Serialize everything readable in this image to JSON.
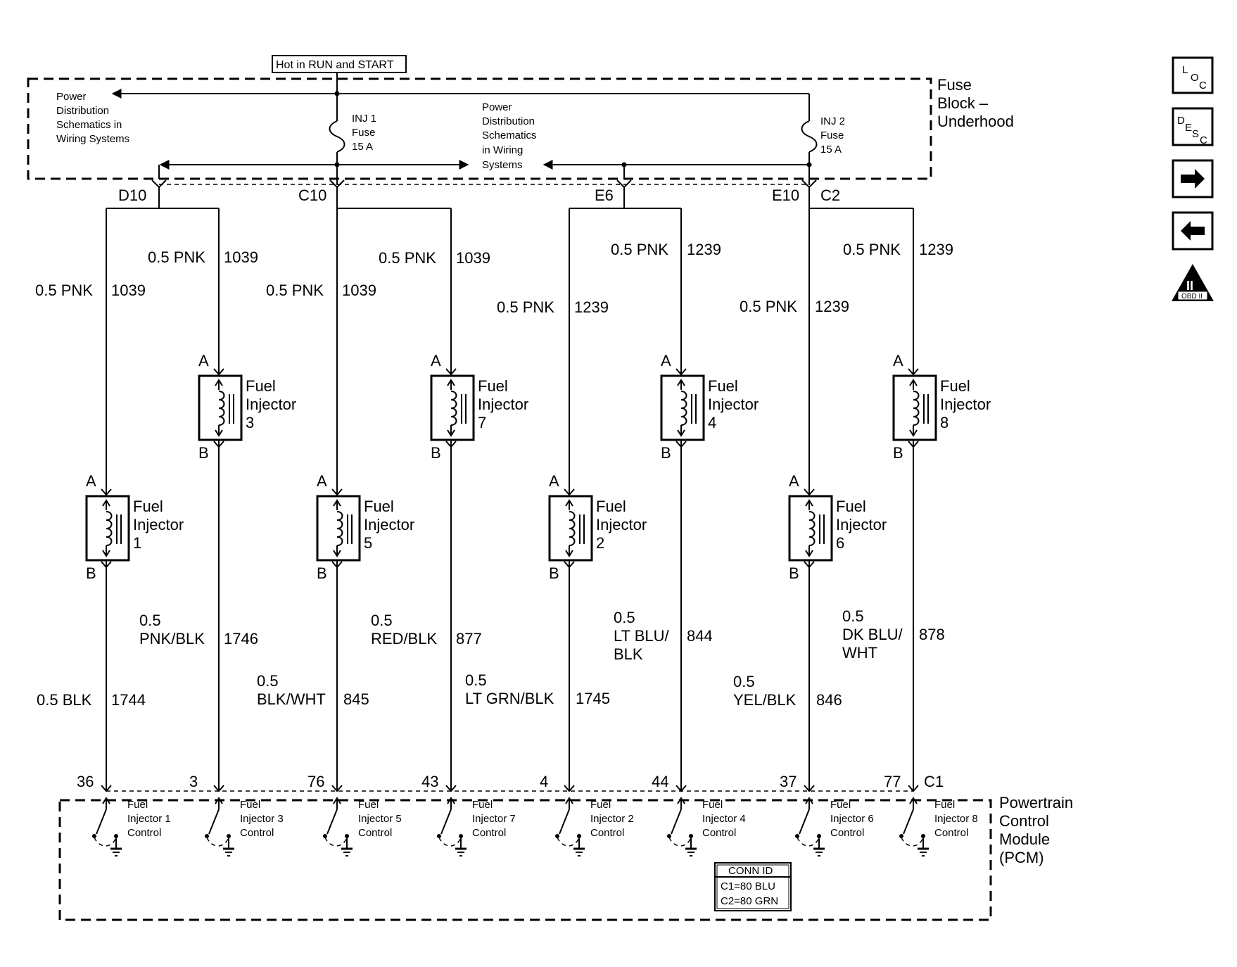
{
  "supply_label": "Hot in RUN and START",
  "fuse_block": {
    "title_lines": [
      "Fuse",
      "Block –",
      "Underhood"
    ],
    "left_note": [
      "Power",
      "Distribution",
      "Schematics in",
      "Wiring Systems"
    ],
    "center_note": [
      "Power",
      "Distribution",
      "Schematics",
      "in Wiring",
      "Systems"
    ],
    "fuse1": [
      "INJ 1",
      "Fuse",
      "15 A"
    ],
    "fuse2": [
      "INJ 2",
      "Fuse",
      "15 A"
    ]
  },
  "splices": {
    "d10": "D10",
    "c10": "C10",
    "e6": "E6",
    "e10": "E10",
    "c2": "C2"
  },
  "wires": {
    "w1_upper": [
      "0.5 PNK",
      "1039"
    ],
    "w3_upper": [
      "0.5 PNK",
      "1039"
    ],
    "w5_upper": [
      "0.5 PNK",
      "1039"
    ],
    "w7_upper": [
      "0.5 PNK",
      "1039"
    ],
    "w2_upper": [
      "0.5 PNK",
      "1239"
    ],
    "w4_upper": [
      "0.5 PNK",
      "1239"
    ],
    "w6_upper": [
      "0.5 PNK",
      "1239"
    ],
    "w8_upper": [
      "0.5 PNK",
      "1239"
    ],
    "w1_lower": [
      "0.5 BLK",
      "1744"
    ],
    "w3_lower": [
      "0.5",
      "PNK/BLK",
      "1746"
    ],
    "w5_lower": [
      "0.5",
      "BLK/WHT",
      "845"
    ],
    "w7_lower": [
      "0.5",
      "RED/BLK",
      "877"
    ],
    "w2_lower": [
      "0.5",
      "LT GRN/BLK",
      "1745"
    ],
    "w4_lower": [
      "0.5",
      "LT BLU/",
      "BLK",
      "844"
    ],
    "w6_lower": [
      "0.5",
      "YEL/BLK",
      "846"
    ],
    "w8_lower": [
      "0.5",
      "DK BLU/",
      "WHT",
      "878"
    ]
  },
  "injectors": {
    "inj1": [
      "Fuel",
      "Injector",
      "1"
    ],
    "inj3": [
      "Fuel",
      "Injector",
      "3"
    ],
    "inj5": [
      "Fuel",
      "Injector",
      "5"
    ],
    "inj7": [
      "Fuel",
      "Injector",
      "7"
    ],
    "inj2": [
      "Fuel",
      "Injector",
      "2"
    ],
    "inj4": [
      "Fuel",
      "Injector",
      "4"
    ],
    "inj6": [
      "Fuel",
      "Injector",
      "6"
    ],
    "inj8": [
      "Fuel",
      "Injector",
      "8"
    ],
    "terminal_a": "A",
    "terminal_b": "B"
  },
  "pcm": {
    "title_lines": [
      "Powertrain",
      "Control",
      "Module",
      "(PCM)"
    ],
    "pins": [
      "36",
      "3",
      "76",
      "43",
      "4",
      "44",
      "37",
      "77"
    ],
    "connector": "C1",
    "controls": [
      [
        "Fuel",
        "Injector 1",
        "Control"
      ],
      [
        "Fuel",
        "Injector 3",
        "Control"
      ],
      [
        "Fuel",
        "Injector 5",
        "Control"
      ],
      [
        "Fuel",
        "Injector 7",
        "Control"
      ],
      [
        "Fuel",
        "Injector 2",
        "Control"
      ],
      [
        "Fuel",
        "Injector 4",
        "Control"
      ],
      [
        "Fuel",
        "Injector 6",
        "Control"
      ],
      [
        "Fuel",
        "Injector 8",
        "Control"
      ]
    ],
    "conn_id": {
      "title": "CONN ID",
      "lines": [
        "C1=80 BLU",
        "C2=80 GRN"
      ]
    }
  },
  "nav": {
    "loc": [
      "L",
      "O",
      "C"
    ],
    "desc": [
      "D",
      "E",
      "S",
      "C"
    ],
    "obd": "OBD II",
    "obd_numeral": "II"
  }
}
